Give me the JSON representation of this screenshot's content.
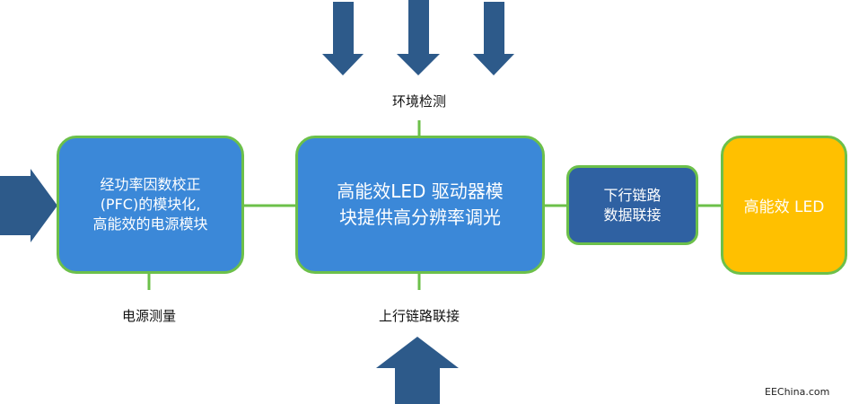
{
  "diagram": {
    "blocks": {
      "pfc": "经功率因数校正\n(PFC)的模块化,\n高能效的电源模块",
      "driver": "高能效LED 驱动器模\n块提供高分辨率调光",
      "downlink": "下行链路\n数据联接",
      "led": "高能效 LED"
    },
    "labels": {
      "env": "环境检测",
      "power": "电源测量",
      "uplink": "上行链路联接"
    },
    "credit": "EEChina.com",
    "colors": {
      "block_blue": "#3b88d8",
      "block_dark_blue": "#2f61a2",
      "block_gold": "#ffc000",
      "border_green": "#6cc04a",
      "arrow": "#2d5a8a"
    }
  }
}
